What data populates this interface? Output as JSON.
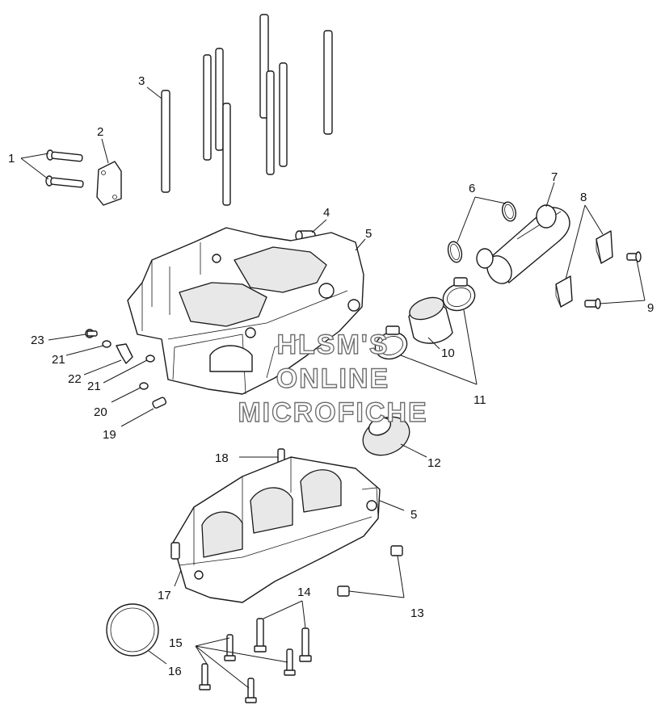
{
  "callouts": [
    "1",
    "2",
    "3",
    "4",
    "5",
    "6",
    "7",
    "8",
    "9",
    "10",
    "11",
    "12",
    "13",
    "14",
    "15",
    "16",
    "17",
    "18",
    "19",
    "20",
    "21",
    "22",
    "23"
  ],
  "callout_5_second": "5",
  "callout_21_second": "21",
  "watermark": {
    "line1": "HLSM'S",
    "line2": "ONLINE",
    "line3": "MICROFICHE"
  }
}
